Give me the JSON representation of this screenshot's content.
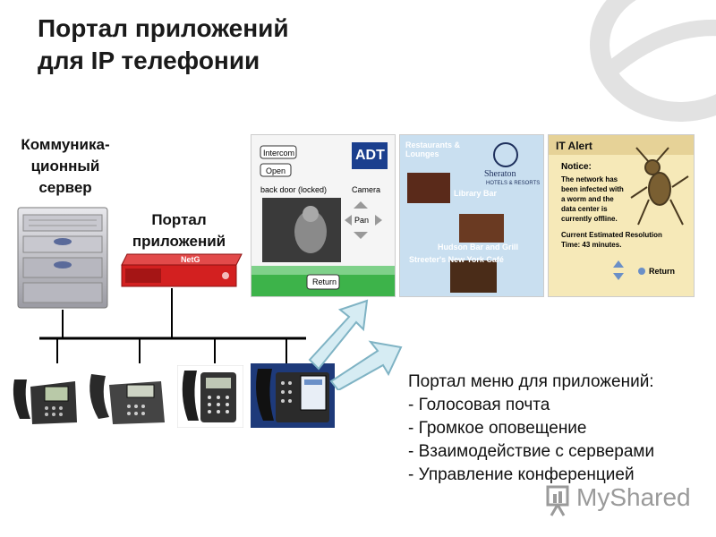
{
  "title": {
    "line1": "Портал приложений",
    "line2": "для IP телефонии"
  },
  "labels": {
    "comm_server": [
      "Коммуника-",
      "ционный",
      "сервер"
    ],
    "app_portal": [
      "Портал",
      "приложений"
    ],
    "portal_brand": "NetG"
  },
  "screens": {
    "door": {
      "intercom": "Intercom",
      "open": "Open",
      "back_door": "back door (locked)",
      "camera": "Camera",
      "pan": "Pan",
      "return": "Return",
      "brand": "ADT"
    },
    "hotel": {
      "heading": "Restaurants & Lounges",
      "brand": "Sheraton",
      "brand_sub": "HOTELS & RESORTS",
      "item1": "Library Bar",
      "item2": "Hudson Bar and Grill",
      "item3": "Streeter's New York Café"
    },
    "alert": {
      "heading": "IT Alert",
      "notice": "Notice:",
      "body": [
        "The network has",
        "been infected with",
        "a worm and the",
        "data center is",
        "currently offline."
      ],
      "eta": [
        "Current Estimated Resolution",
        "Time: 43 minutes."
      ],
      "return": "Return"
    }
  },
  "menu": {
    "heading": "Портал меню для приложений:",
    "items": [
      "- Голосовая почта",
      "- Громкое оповещение",
      "- Взаимодействие с серверами",
      "- Управление конференцией"
    ]
  },
  "watermark": "MyShared",
  "colors": {
    "green_bar": "#3db34a",
    "alert_bg": "#f6e9b8",
    "hotel_bg": "#c9dff0",
    "arrow_fill": "#d6ecf3",
    "arrow_stroke": "#7fb3c4",
    "portal_red": "#d32020"
  }
}
